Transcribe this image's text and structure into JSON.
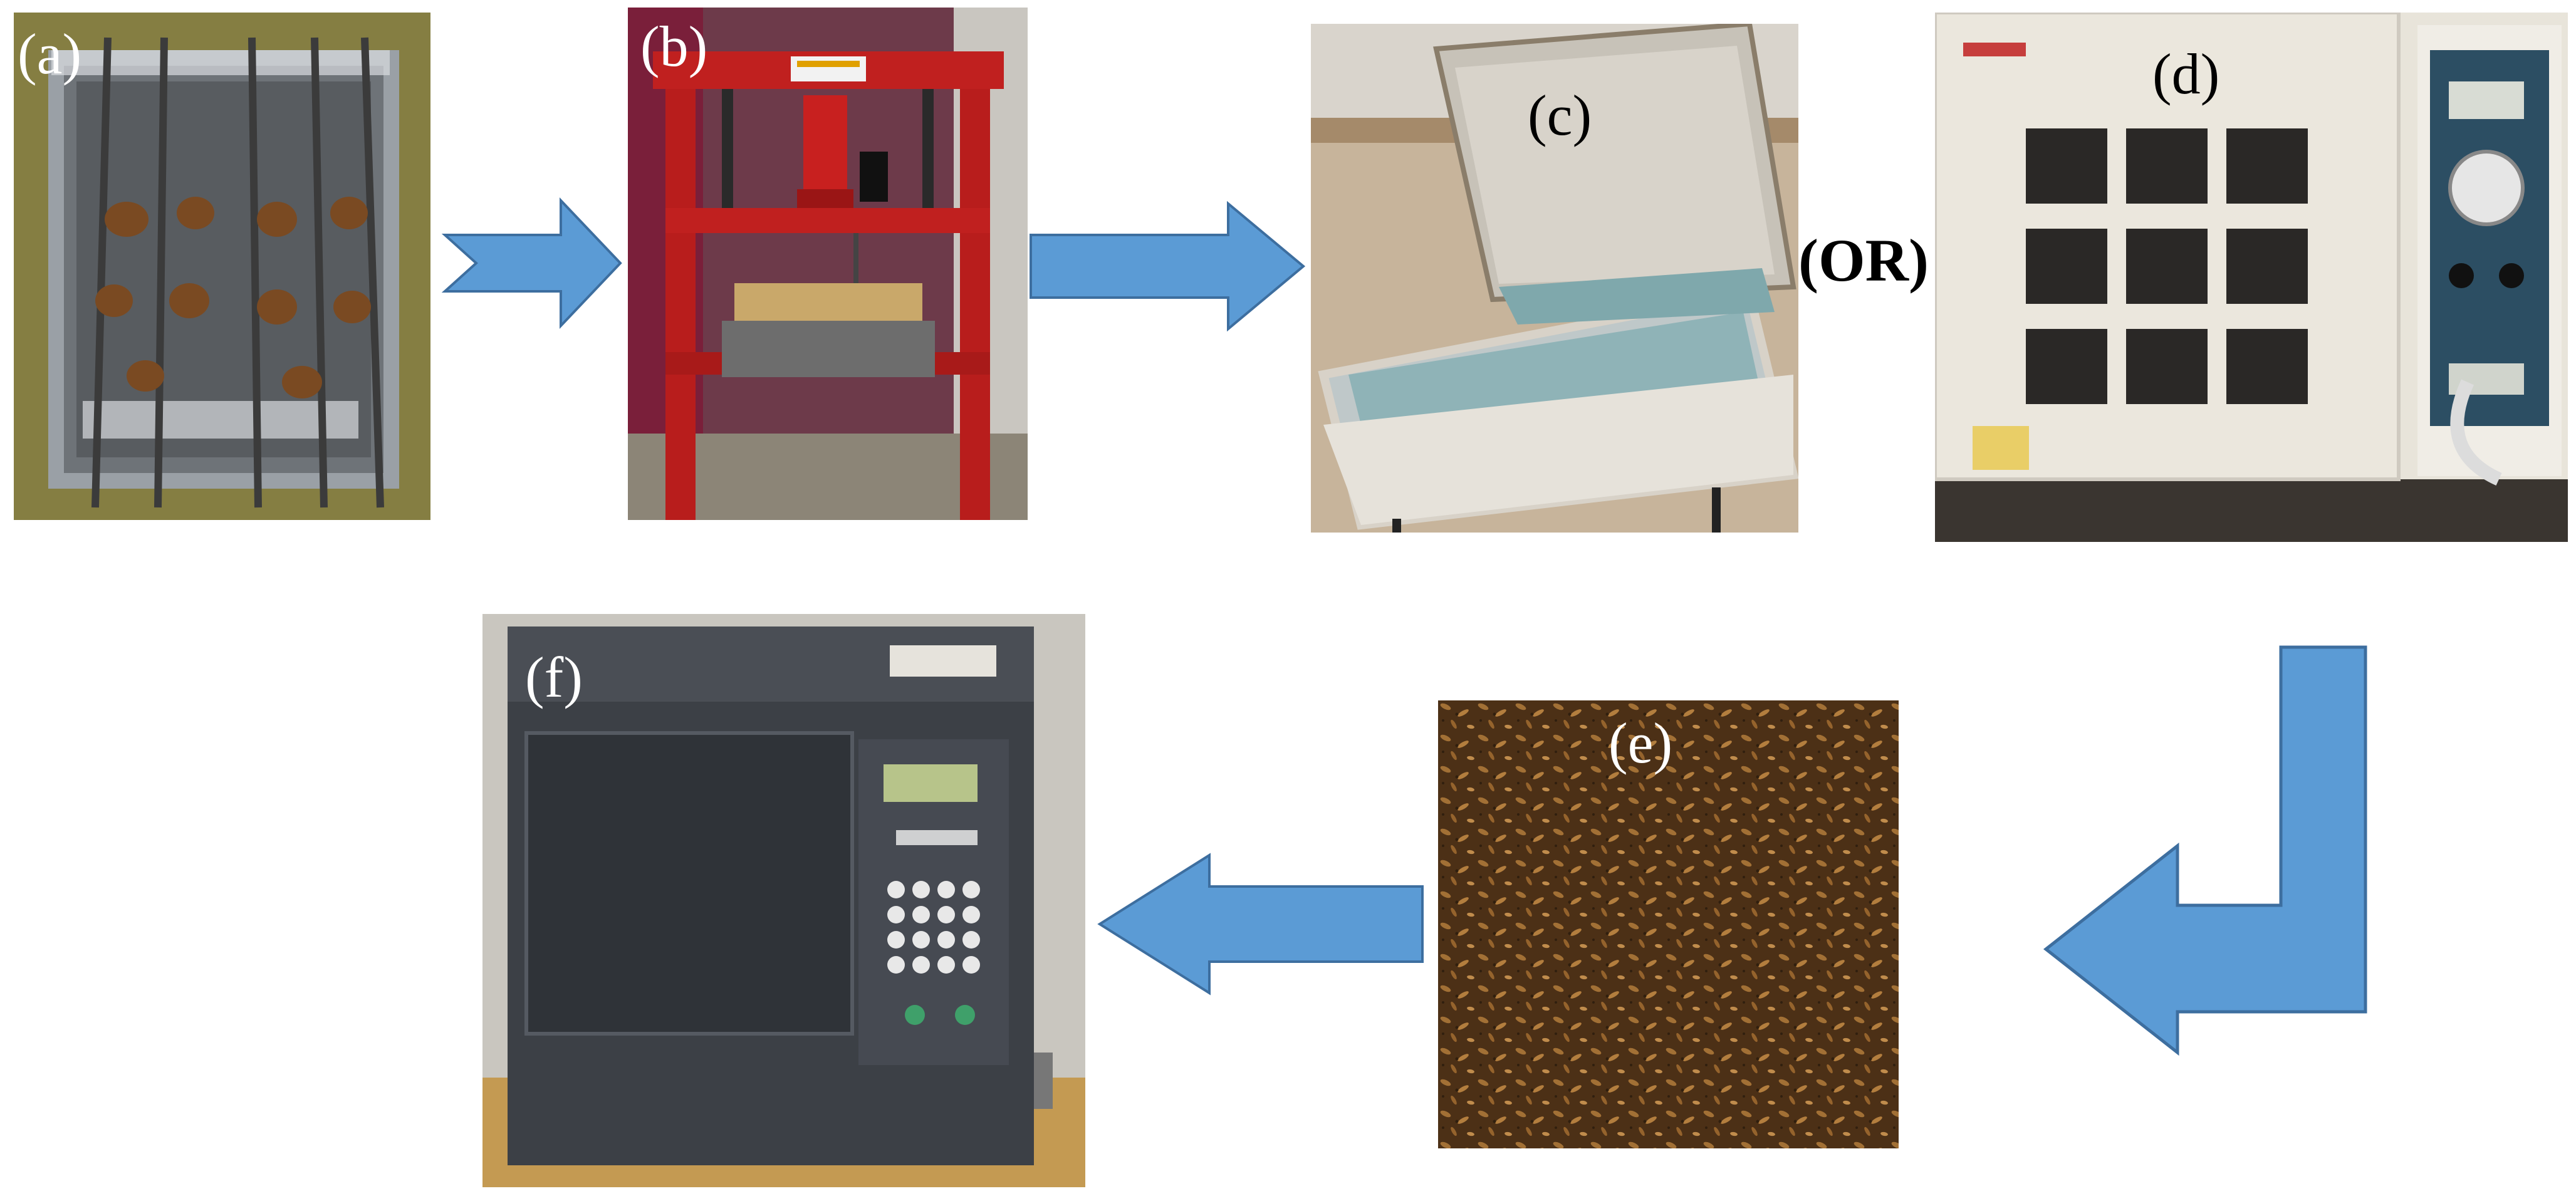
{
  "panels": {
    "a": {
      "label": "(a)"
    },
    "b": {
      "label": "(b)"
    },
    "c": {
      "label": "(c)"
    },
    "d": {
      "label": "(d)"
    },
    "e": {
      "label": "(e)"
    },
    "f": {
      "label": "(f)"
    }
  },
  "alternative": {
    "label": "(OR)"
  },
  "colors": {
    "arrow_fill": "#5b9bd5",
    "arrow_stroke": "#3d6e9f",
    "label_light": "#ffffff",
    "label_dark": "#000000"
  }
}
